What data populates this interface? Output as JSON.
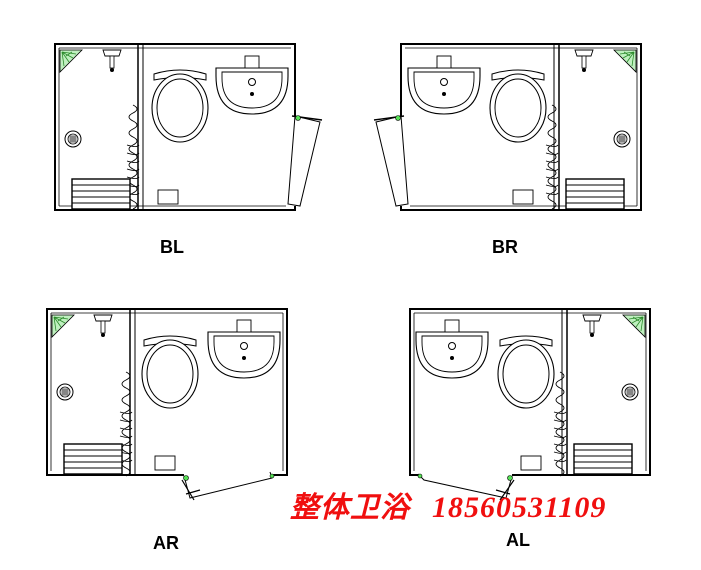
{
  "layouts": [
    {
      "id": "BL",
      "label": "BL"
    },
    {
      "id": "BR",
      "label": "BR"
    },
    {
      "id": "AR",
      "label": "AR"
    },
    {
      "id": "AL",
      "label": "AL"
    }
  ],
  "watermark": {
    "text": "整体卫浴",
    "phone": "18560531109",
    "color": "#f00f0f"
  },
  "colors": {
    "line": "#000000",
    "shower_head_fill": "#55e055"
  }
}
